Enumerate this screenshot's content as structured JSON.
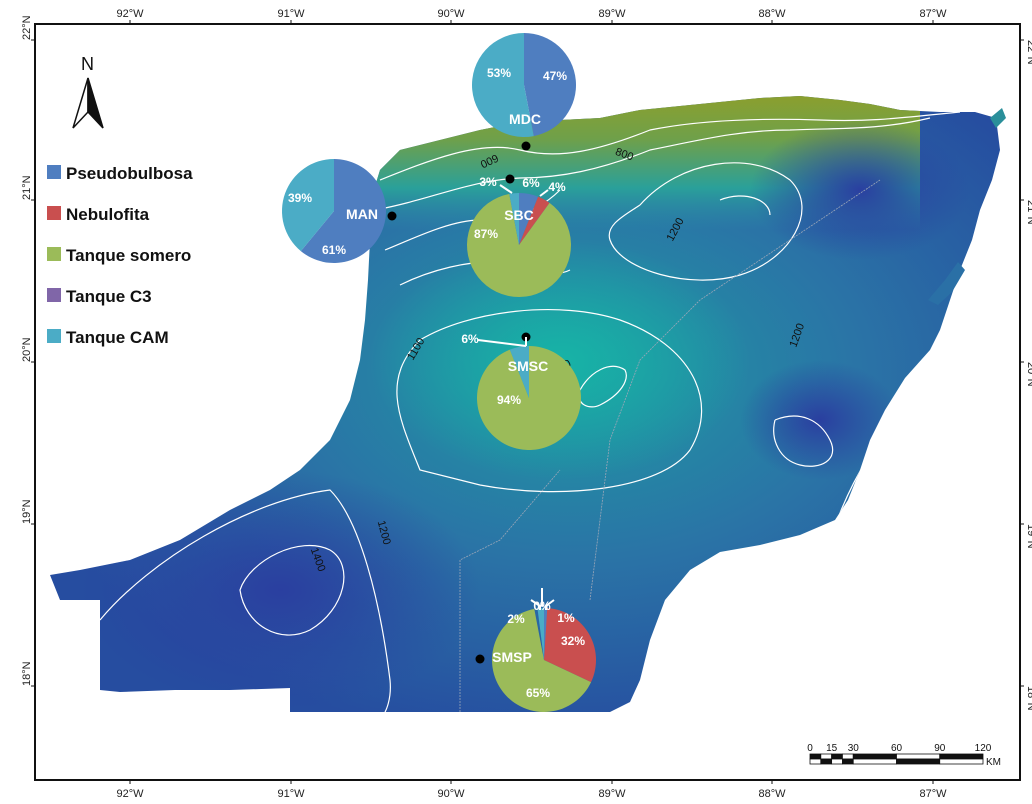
{
  "lat_ticks": [
    "22°N",
    "21°N",
    "20°N",
    "19°N",
    "18°N"
  ],
  "lon_ticks": [
    "92°W",
    "91°W",
    "90°W",
    "89°W",
    "88°W",
    "87°W"
  ],
  "north_arrow": {
    "label": "N",
    "icon": "north-arrow-icon"
  },
  "legend": [
    {
      "label": "Pseudobulbosa",
      "color": "#4f7ec0"
    },
    {
      "label": "Nebulofita",
      "color": "#c94f4f"
    },
    {
      "label": "Tanque somero",
      "color": "#9bbb59"
    },
    {
      "label": "Tanque C3",
      "color": "#8066a8"
    },
    {
      "label": "Tanque CAM",
      "color": "#4bacc6"
    }
  ],
  "isohyets": [
    "600",
    "800",
    "1000",
    "1100",
    "1200",
    "1200",
    "1200",
    "1400"
  ],
  "sites": [
    {
      "name": "MDC",
      "slices": [
        {
          "type": "Pseudobulbosa",
          "pct": "47%"
        },
        {
          "type": "Tanque CAM",
          "pct": "53%"
        }
      ]
    },
    {
      "name": "MAN",
      "slices": [
        {
          "type": "Pseudobulbosa",
          "pct": "61%"
        },
        {
          "type": "Tanque CAM",
          "pct": "39%"
        }
      ]
    },
    {
      "name": "SBC",
      "slices": [
        {
          "type": "Pseudobulbosa",
          "pct": "6%"
        },
        {
          "type": "Nebulofita",
          "pct": "4%"
        },
        {
          "type": "Tanque somero",
          "pct": "87%"
        },
        {
          "type": "Tanque CAM",
          "pct": "3%"
        }
      ]
    },
    {
      "name": "SMSC",
      "slices": [
        {
          "type": "Tanque somero",
          "pct": "94%"
        },
        {
          "type": "Tanque CAM",
          "pct": "6%"
        }
      ]
    },
    {
      "name": "SMSP",
      "slices": [
        {
          "type": "Nebulofita",
          "pct": "32%"
        },
        {
          "type": "Tanque somero",
          "pct": "65%"
        },
        {
          "type": "Tanque C3",
          "pct": "0%"
        },
        {
          "type": "Tanque CAM",
          "pct": "2%"
        },
        {
          "type": "Pseudobulbosa",
          "pct": "1%"
        }
      ]
    }
  ],
  "scale_bar": {
    "ticks": [
      "0",
      "15",
      "30",
      "60",
      "90",
      "120"
    ],
    "unit": "KM"
  }
}
